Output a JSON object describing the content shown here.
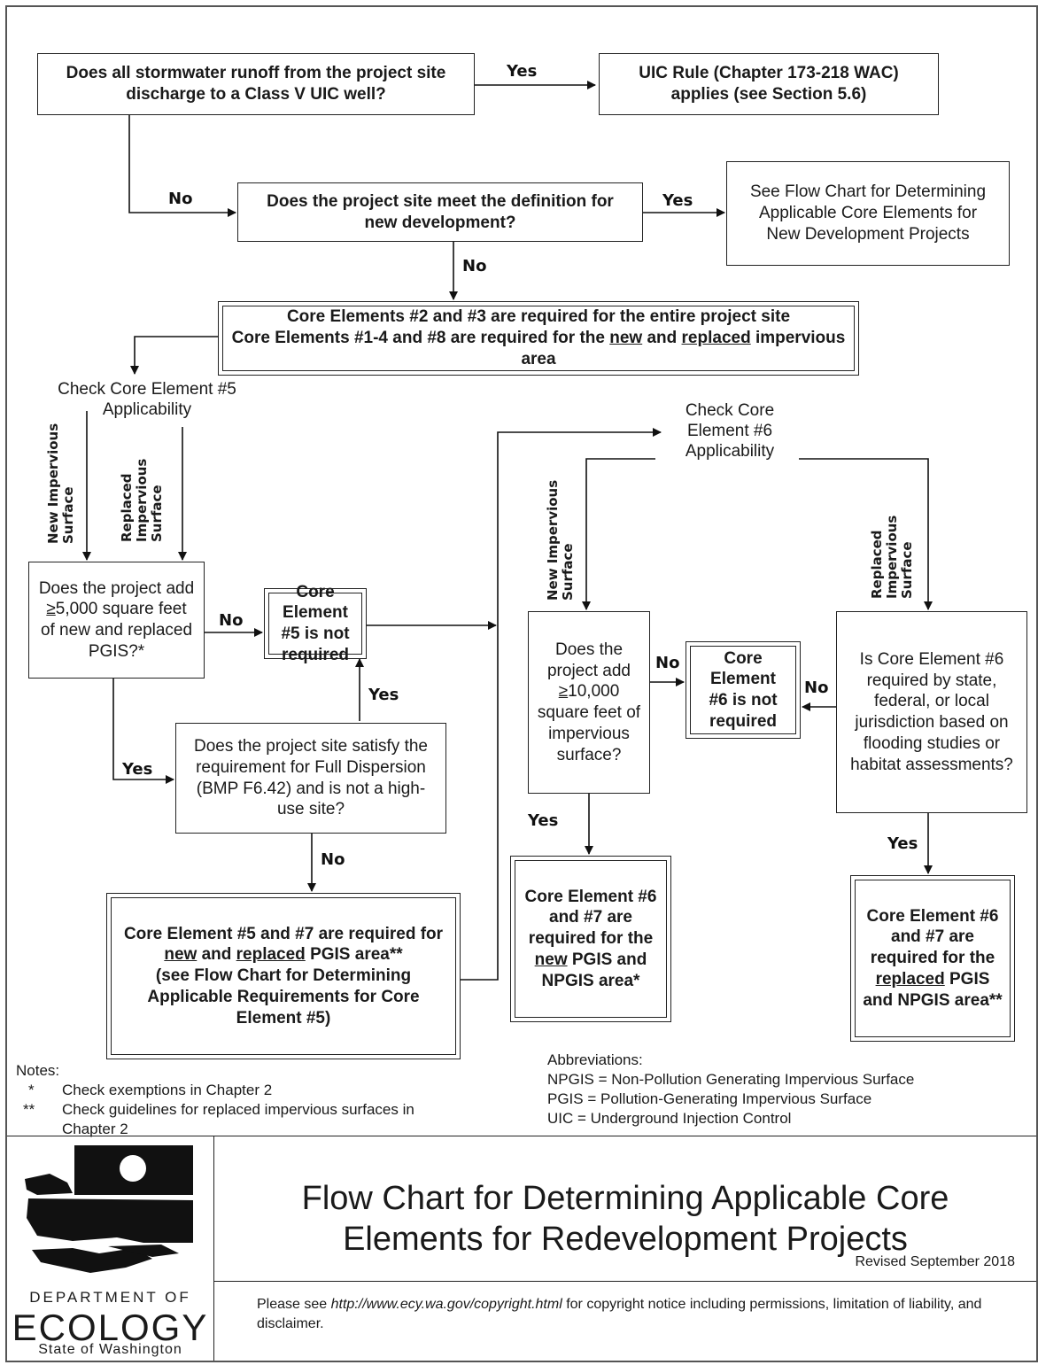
{
  "nodes": {
    "q_uic": "Does all stormwater runoff from the project site discharge to a Class V UIC well?",
    "uic_rule": "UIC Rule (Chapter 173-218 WAC) applies (see Section 5.6)",
    "q_newdev": "Does the project site meet the definition for new development?",
    "see_newdev": "See Flow Chart for Determining Applicable Core Elements for New Development Projects",
    "core_req_line1": "Core Elements #2 and #3 are required for the entire project site",
    "core_req_line2_a": "Core Elements #1-4 and #8 are required for the ",
    "core_req_line2_new": "new",
    "core_req_line2_b": " and ",
    "core_req_line2_replaced": "replaced",
    "core_req_line2_c": " impervious area",
    "check5": "Check Core Element #5 Applicability",
    "q_5000_a": "Does the project add ",
    "q_5000_ge": "≥",
    "q_5000_b": "5,000 square feet of new and replaced PGIS?*",
    "ce5_not": "Core Element #5 is not required",
    "q_fulldisp": "Does the project site satisfy the requirement for Full Dispersion (BMP F6.42) and is not a high-use site?",
    "ce5_7_a": "Core Element #5 and #7 are required for ",
    "ce5_7_new": "new",
    "ce5_7_and": " and ",
    "ce5_7_replaced": "replaced",
    "ce5_7_b": " PGIS area**",
    "ce5_7_c": "(see Flow Chart for Determining Applicable Requirements for Core Element #5)",
    "check6": "Check Core Element #6 Applicability",
    "q_10000_a": "Does the project add ",
    "q_10000_ge": "≥",
    "q_10000_b": "10,000 square feet of impervious surface?",
    "ce6_not": "Core Element #6 is not required",
    "q_ce6_req": "Is Core Element #6 required by state, federal, or local jurisdiction based on flooding studies or habitat assessments?",
    "ce6_7_new_a": "Core Element #6 and #7 are required for the ",
    "ce6_7_new_u": "new",
    "ce6_7_new_b": " PGIS and NPGIS area*",
    "ce6_7_rep_a": "Core Element #6 and #7 are required for the ",
    "ce6_7_rep_u": "replaced",
    "ce6_7_rep_b": " PGIS and NPGIS area**"
  },
  "edge_labels": {
    "yes": "Yes",
    "no": "No",
    "new_impervious_line1": "New Impervious",
    "new_impervious_line2": "Surface",
    "replaced_line1": "Replaced",
    "replaced_line2": "Impervious",
    "replaced_line3": "Surface"
  },
  "notes": {
    "title": "Notes:",
    "items": [
      {
        "mark": "*",
        "text": "Check exemptions in Chapter 2"
      },
      {
        "mark": "**",
        "text": "Check guidelines for replaced impervious surfaces in Chapter 2"
      }
    ]
  },
  "abbreviations": {
    "title": "Abbreviations:",
    "items": [
      "NPGIS = Non-Pollution Generating Impervious Surface",
      "PGIS = Pollution-Generating Impervious Surface",
      "UIC = Underground Injection Control"
    ]
  },
  "footer": {
    "logo_line1": "DEPARTMENT OF",
    "logo_line2": "ECOLOGY",
    "logo_line3": "State of Washington",
    "title_line1": "Flow Chart for Determining Applicable Core",
    "title_line2": "Elements for Redevelopment Projects",
    "revised": "Revised September 2018",
    "copyright_a": "Please see ",
    "copyright_url": "http://www.ecy.wa.gov/copyright.html",
    "copyright_b": " for copyright notice including permissions, limitation of liability, and disclaimer."
  }
}
